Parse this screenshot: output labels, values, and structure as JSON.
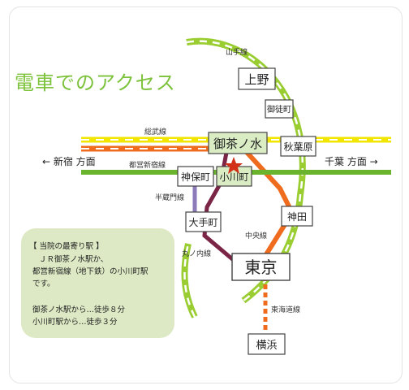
{
  "title": "電車でのアクセス",
  "lines": {
    "yamanote": "山手線",
    "sobu": "総武線",
    "shinjuku": "都営新宿線",
    "hanzomon": "半蔵門線",
    "marunouchi": "丸ノ内線",
    "chuo": "中央線",
    "tokaido": "東海道線"
  },
  "stations": {
    "ueno": "上野",
    "okachimachi": "御徒町",
    "akihabara": "秋葉原",
    "ochanomizu": "御茶ノ水",
    "ogawamachi": "小川町",
    "jimbocho": "神保町",
    "otemachi": "大手町",
    "kanda": "神田",
    "tokyo": "東京",
    "yokohama": "横浜"
  },
  "directions": {
    "left": "← 新宿 方面",
    "right": "千葉 方面 →"
  },
  "info": {
    "heading": "【 当院の最寄り駅 】",
    "line1": "ＪＲ御茶ノ水駅か、",
    "line2": "都営新宿線（地下鉄）の小川町駅",
    "line3": "です。",
    "line4": "御茶ノ水駅から…徒歩８分",
    "line5": "小川町駅から…徒歩３分"
  },
  "colors": {
    "title": "#7cc23a",
    "yamanote": "#9acd32",
    "sobu": "#f2e600",
    "chuo_rapid": "#ef6c1f",
    "shinjuku_line": "#6ab42d",
    "hanzomon": "#8b7bb8",
    "marunouchi": "#7a2446",
    "station_highlight": "#d9ecc4",
    "info_box": "#dde9c4",
    "star": "#d23018"
  }
}
